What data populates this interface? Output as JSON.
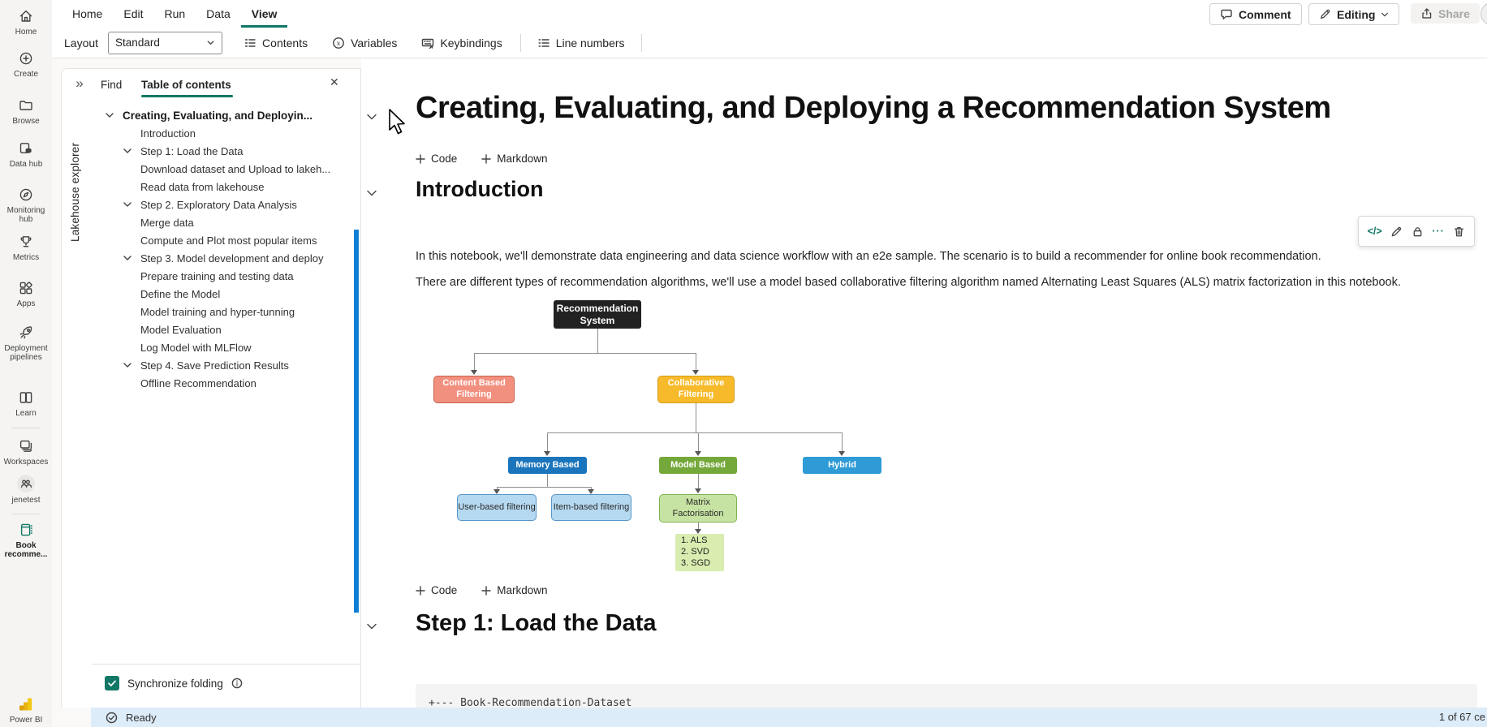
{
  "colors": {
    "accent_teal": "#117865",
    "scrollbar_blue": "#0f7fd6",
    "statusbar_bg": "#ddecf9",
    "powerbi_yellow": "#f2c811"
  },
  "sidebar": {
    "items": [
      {
        "label": "Home"
      },
      {
        "label": "Create"
      },
      {
        "label": "Browse"
      },
      {
        "label": "Data hub"
      },
      {
        "label": "Monitoring hub"
      },
      {
        "label": "Metrics"
      },
      {
        "label": "Apps"
      },
      {
        "label": "Deployment pipelines"
      },
      {
        "label": "Learn"
      },
      {
        "label": "Workspaces"
      },
      {
        "label": "jenetest"
      },
      {
        "label": "Book recomme..."
      }
    ],
    "footer_label": "Power BI"
  },
  "menubar": {
    "items": [
      "Home",
      "Edit",
      "Run",
      "Data",
      "View"
    ],
    "active": "View"
  },
  "toolbar": {
    "layout_label": "Layout",
    "layout_value": "Standard",
    "contents_label": "Contents",
    "variables_label": "Variables",
    "keybindings_label": "Keybindings",
    "line_numbers_label": "Line numbers"
  },
  "topbar_right": {
    "comment_label": "Comment",
    "editing_label": "Editing",
    "share_label": "Share"
  },
  "explorer_strip": {
    "collapse_glyph": "»",
    "title": "Lakehouse explorer"
  },
  "toc": {
    "find_tab": "Find",
    "contents_tab": "Table of contents",
    "close_glyph": "✕",
    "items": [
      {
        "label": "Creating, Evaluating, and Deployin...",
        "type": "root"
      },
      {
        "label": "Introduction",
        "type": "leaf"
      },
      {
        "label": "Step 1: Load the Data",
        "type": "branch"
      },
      {
        "label": "Download dataset and Upload to lakeh...",
        "type": "leaf"
      },
      {
        "label": "Read data from lakehouse",
        "type": "leaf"
      },
      {
        "label": "Step 2. Exploratory Data Analysis",
        "type": "branch"
      },
      {
        "label": "Merge data",
        "type": "leaf"
      },
      {
        "label": "Compute and Plot most popular items",
        "type": "leaf"
      },
      {
        "label": "Step 3. Model development and deploy",
        "type": "branch"
      },
      {
        "label": "Prepare training and testing data",
        "type": "leaf"
      },
      {
        "label": "Define the Model",
        "type": "leaf"
      },
      {
        "label": "Model training and hyper-tunning",
        "type": "leaf"
      },
      {
        "label": "Model Evaluation",
        "type": "leaf"
      },
      {
        "label": "Log Model with MLFlow",
        "type": "leaf"
      },
      {
        "label": "Step 4. Save Prediction Results",
        "type": "branch"
      },
      {
        "label": "Offline Recommendation",
        "type": "leaf"
      }
    ],
    "sync_label": "Synchronize folding"
  },
  "statusbar": {
    "ready_label": "Ready",
    "cell_counter": "1 of 67 ce"
  },
  "notebook": {
    "title": "Creating, Evaluating, and Deploying a Recommendation System",
    "add_code_label": "Code",
    "add_markdown_label": "Markdown",
    "intro_heading": "Introduction",
    "paragraph1": "In this notebook, we'll demonstrate data engineering and data science workflow with an e2e sample. The scenario is to build a recommender for online book recommendation.",
    "paragraph2": "There are different types of recommendation algorithms, we'll use a model based collaborative filtering algorithm named Alternating Least Squares (ALS) matrix factorization in this notebook.",
    "step1_heading": "Step 1: Load the Data",
    "code_line": "+--- Book-Recommendation-Dataset",
    "cell_toolbar": {
      "code_glyph": "</>",
      "more_glyph": "···"
    }
  },
  "diagram": {
    "root": {
      "label": "Recommendation System",
      "bg": "#222222"
    },
    "content_based": {
      "label": "Content Based Filtering",
      "bg": "#f2907f",
      "border": "#c8604e"
    },
    "collaborative": {
      "label": "Collaborative Filtering",
      "bg": "#f7ba2b",
      "border": "#d79c15"
    },
    "memory_based": {
      "label": "Memory Based",
      "bg": "#1b75bc"
    },
    "model_based": {
      "label": "Model Based",
      "bg": "#74a83a"
    },
    "hybrid": {
      "label": "Hybrid",
      "bg": "#2e9bd6"
    },
    "user_based": {
      "label": "User-based filtering",
      "bg": "#b5d9f0",
      "border": "#5a96c8"
    },
    "item_based": {
      "label": "Item-based filtering",
      "bg": "#b5d9f0",
      "border": "#5a96c8"
    },
    "matrix_fact": {
      "label": "Matrix Factorisation",
      "bg": "#c7e3a3",
      "border": "#7fb24d"
    },
    "algorithms": {
      "lines": [
        "1. ALS",
        "2. SVD",
        "3. SGD"
      ],
      "bg": "#d9edb0"
    }
  }
}
